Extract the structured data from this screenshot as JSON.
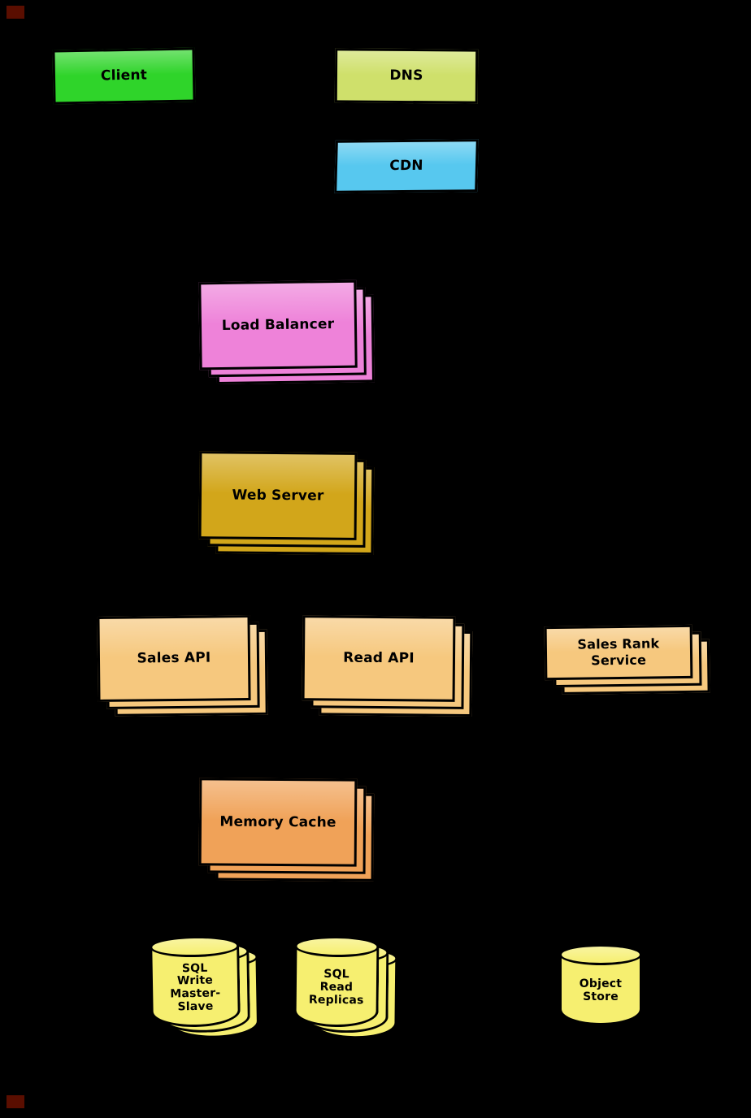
{
  "diagram": {
    "background_color": "#000000",
    "border_color": "#000000",
    "text_color": "#000000",
    "nodes": [
      {
        "id": "client",
        "label": "Client",
        "color": "#2fd42a",
        "shape": "box",
        "copies": 1
      },
      {
        "id": "dns",
        "label": "DNS",
        "color": "#cfe06b",
        "shape": "box",
        "copies": 1
      },
      {
        "id": "cdn",
        "label": "CDN",
        "color": "#57c8ef",
        "shape": "box",
        "copies": 1
      },
      {
        "id": "load-balancer",
        "label": "Load Balancer",
        "color": "#ee82d9",
        "shape": "box",
        "copies": 3
      },
      {
        "id": "web-server",
        "label": "Web Server",
        "color": "#d2a61a",
        "shape": "box",
        "copies": 3
      },
      {
        "id": "sales-api",
        "label": "Sales API",
        "color": "#f6c87e",
        "shape": "box",
        "copies": 3
      },
      {
        "id": "read-api",
        "label": "Read API",
        "color": "#f6c87e",
        "shape": "box",
        "copies": 3
      },
      {
        "id": "sales-rank-service",
        "label": "Sales Rank\nService",
        "color": "#f6c87e",
        "shape": "box",
        "copies": 3
      },
      {
        "id": "memory-cache",
        "label": "Memory Cache",
        "color": "#f0a258",
        "shape": "box",
        "copies": 3
      },
      {
        "id": "sql-write-master-slave",
        "label": "SQL\nWrite\nMaster-\nSlave",
        "color": "#f6ef70",
        "shape": "cylinder",
        "copies": 3
      },
      {
        "id": "sql-read-replicas",
        "label": "SQL\nRead\nReplicas",
        "color": "#f6ef70",
        "shape": "cylinder",
        "copies": 3
      },
      {
        "id": "object-store",
        "label": "Object\nStore",
        "color": "#f6ef70",
        "shape": "cylinder",
        "copies": 1
      }
    ]
  }
}
